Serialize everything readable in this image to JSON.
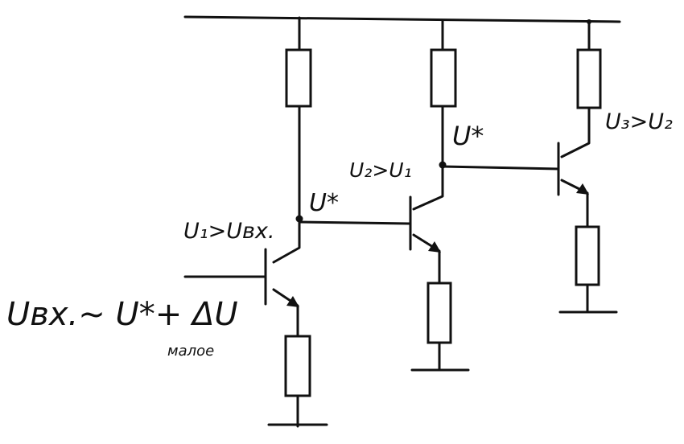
{
  "labels": {
    "u1_gt_uin": "U₁>Uвх.",
    "u_star_1": "U*",
    "u2_gt_u1": "U₂>U₁",
    "u_star_2": "U*",
    "u3_gt_u2": "U₃>U₂",
    "input_formula": "Uвх.~ U*+ ΔU",
    "input_note": "малое"
  },
  "colors": {
    "ink": "#111111",
    "paper": "#ffffff"
  }
}
